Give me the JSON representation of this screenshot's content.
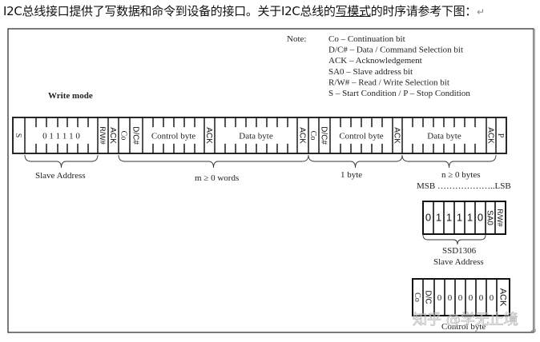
{
  "heading": {
    "part1": "I2C总线接口提供了写数据和命令到设备的接口。关于I2C总线的",
    "underlined": "写模式",
    "part2": "的时序请参考下图：",
    "return_mark": "↵"
  },
  "notes": {
    "label": "Note:",
    "lines": [
      "Co – Continuation bit",
      "D/C# – Data / Command Selection bit",
      "ACK – Acknowledgement",
      "SA0 – Slave address bit",
      "R/W# – Read / Write Selection bit",
      "S – Start Condition / P – Stop Condition"
    ]
  },
  "write_mode": {
    "title": "Write mode",
    "fields": {
      "start": "S",
      "address_bits": "0 1 1 1 1 0",
      "rw": "R/W#",
      "ack": "ACK",
      "co": "Co",
      "dc": "D/C#",
      "control_byte": "Control byte",
      "data_byte": "Data byte",
      "stop": "P"
    },
    "braces": {
      "slave_address": "Slave Address",
      "m_words": "m ≥ 0 words",
      "one_byte": "1 byte",
      "n_bytes": "n  ≥  0 bytes"
    },
    "msb_lsb": "MSB ………………..LSB"
  },
  "ssd1306": {
    "bits": [
      "0",
      "1",
      "1",
      "1",
      "1",
      "0"
    ],
    "sa0": "SA0",
    "rw": "R/W#",
    "label1": "SSD1306",
    "label2": "Slave Address"
  },
  "control_byte_detail": {
    "co": "Co",
    "dc": "D/C",
    "bits": [
      "0",
      "0",
      "0",
      "0",
      "0",
      "0"
    ],
    "ack": "ACK",
    "label": "Control byte"
  },
  "watermark": "知乎 @学无止境"
}
